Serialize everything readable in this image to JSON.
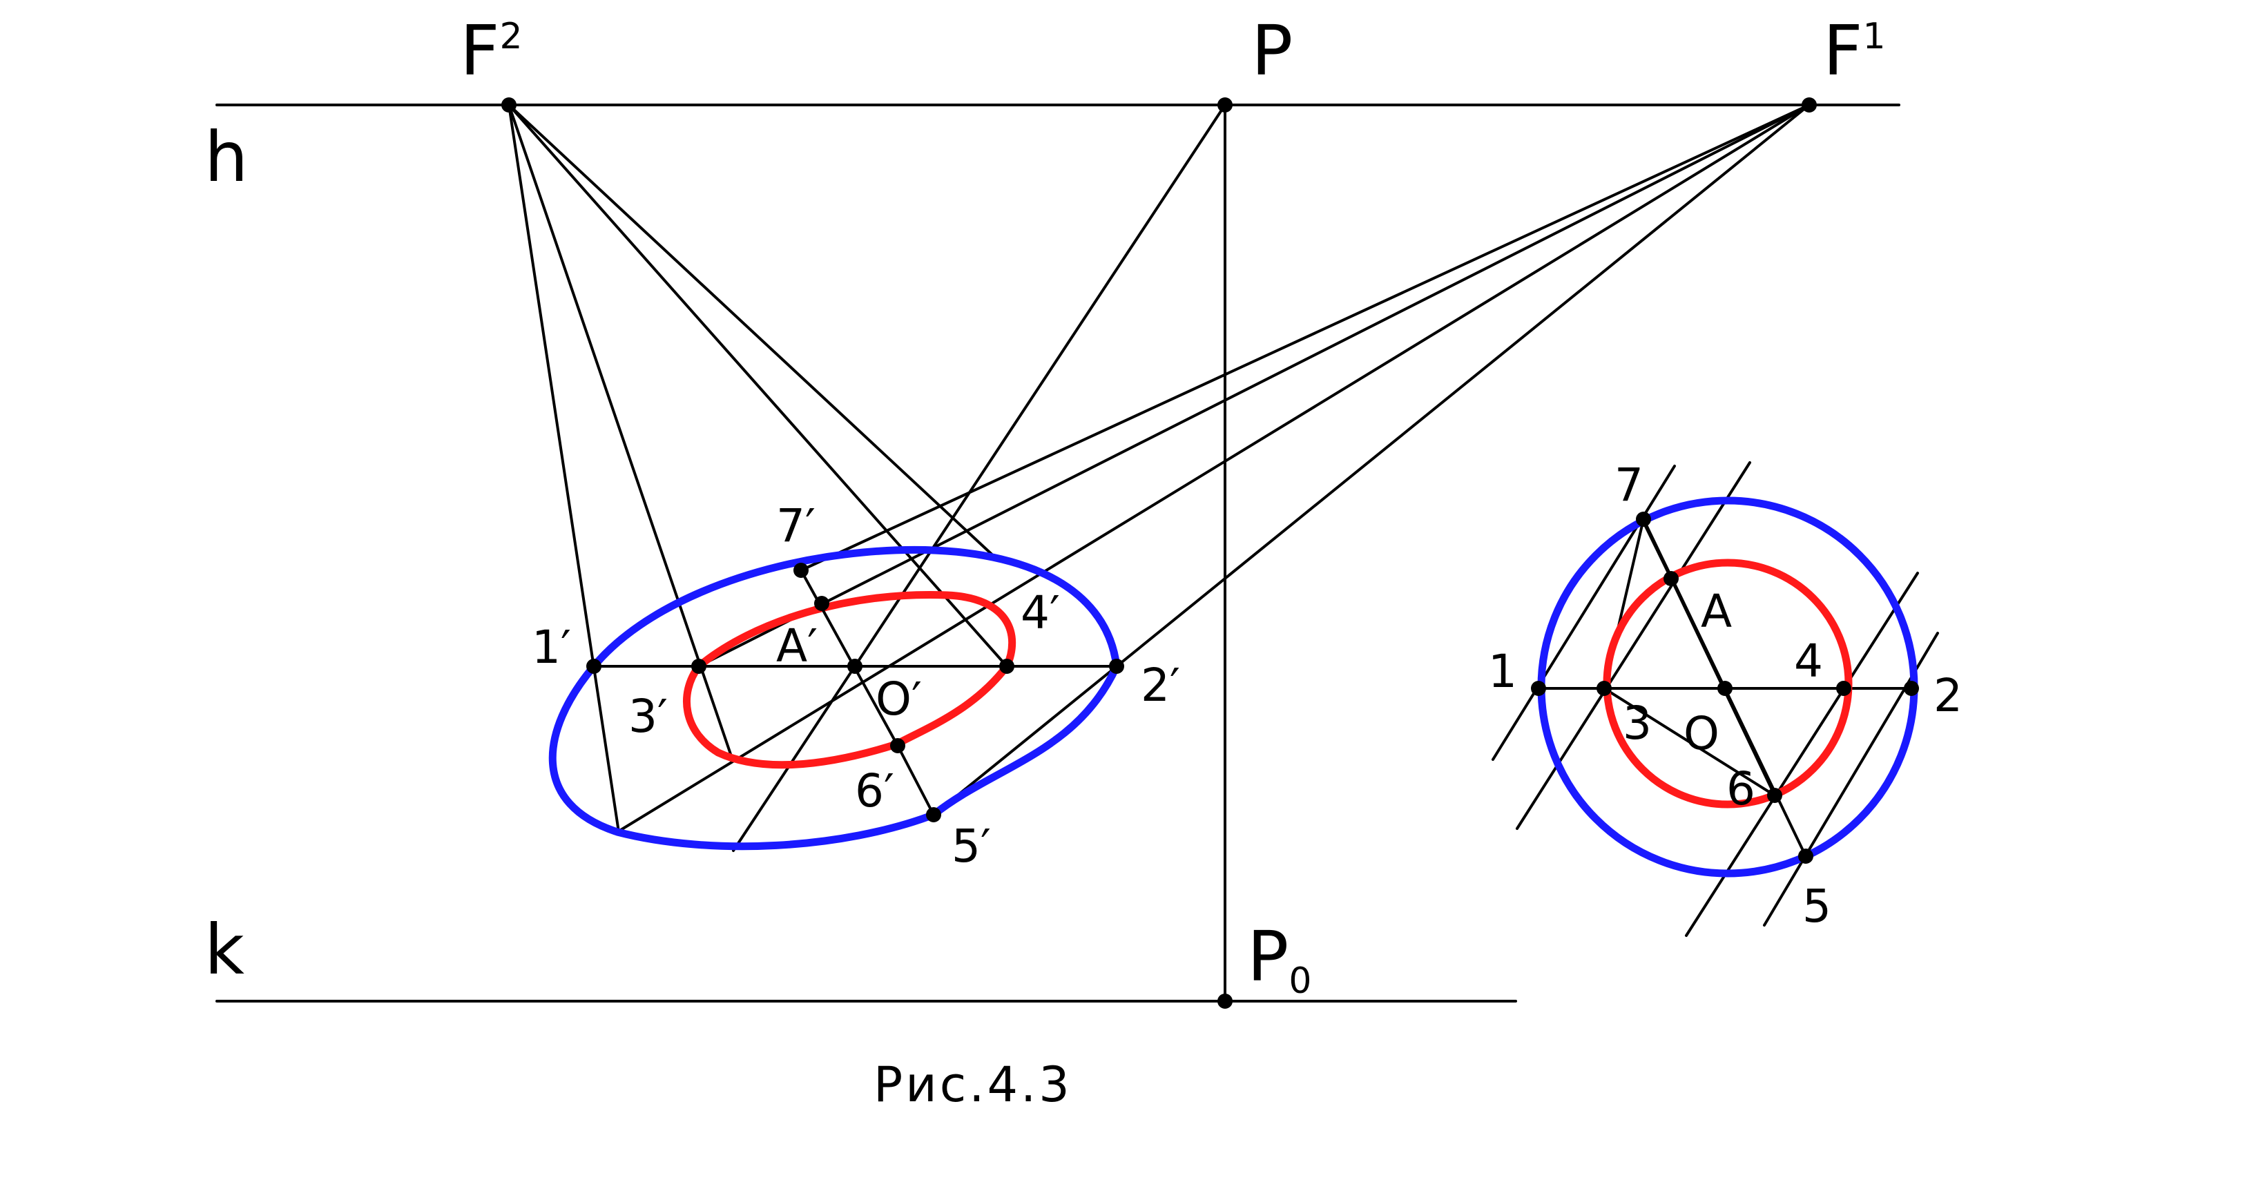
{
  "figure": {
    "caption": "Рис.4.3",
    "colors": {
      "outer": "#1a1aff",
      "inner": "#ff1a1a",
      "lines": "#000000",
      "background": "#ffffff"
    },
    "lines": {
      "horizon": "h",
      "ground": "k"
    },
    "points": {
      "F2": {
        "letter": "F",
        "index": "2"
      },
      "P": "P",
      "F1": {
        "letter": "F",
        "index": "1"
      },
      "P0": {
        "letter": "P",
        "index": "0"
      }
    },
    "perspective_labels": {
      "p1": "1′",
      "p2": "2′",
      "p3": "3′",
      "p4": "4′",
      "p5": "5′",
      "p6": "6′",
      "p7": "7′",
      "A": "A′",
      "O": "O′"
    },
    "plan_labels": {
      "p1": "1",
      "p2": "2",
      "p3": "3",
      "p4": "4",
      "p5": "5",
      "p6": "6",
      "p7": "7",
      "A": "A",
      "O": "O"
    }
  }
}
